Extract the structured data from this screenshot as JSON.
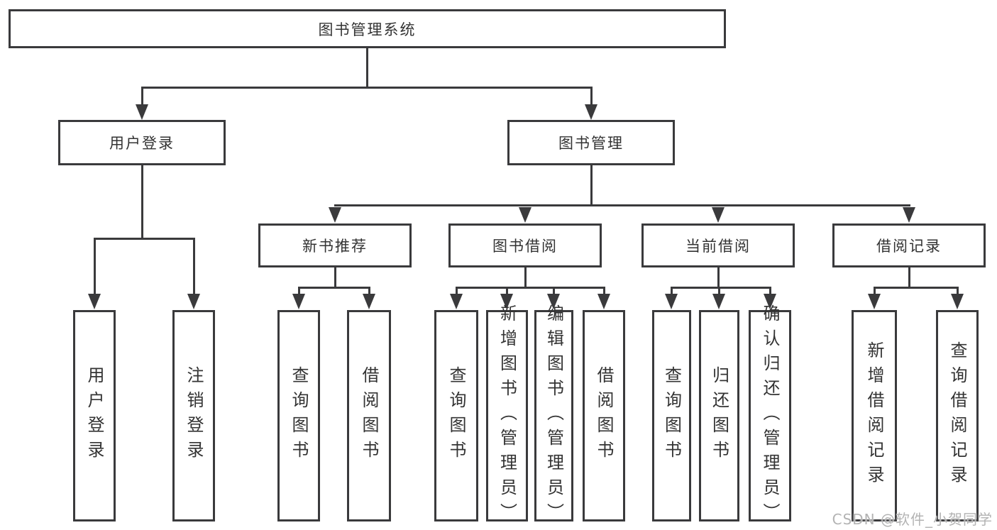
{
  "diagram": {
    "root": {
      "label": "图书管理系统"
    },
    "level2": [
      {
        "label": "用户登录"
      },
      {
        "label": "图书管理"
      }
    ],
    "level3": [
      {
        "label": "新书推荐"
      },
      {
        "label": "图书借阅"
      },
      {
        "label": "当前借阅"
      },
      {
        "label": "借阅记录"
      }
    ],
    "leaves": {
      "user_login": [
        "用户登录",
        "注销登录"
      ],
      "new_books": [
        "查询图书",
        "借阅图书"
      ],
      "book_borrow": [
        "查询图书",
        "新增图书（管理员）",
        "编辑图书（管理员）",
        "借阅图书"
      ],
      "current_borrow": [
        "查询图书",
        "归还图书",
        "确认归还（管理员）"
      ],
      "borrow_records": [
        "新增借阅记录",
        "查询借阅记录"
      ]
    }
  },
  "watermark": {
    "text": "CSDN @软件_小贺同学"
  },
  "colors": {
    "line": "#3a3a3c",
    "text": "#333333",
    "watermark": "#b3b3b3",
    "background": "#ffffff"
  }
}
